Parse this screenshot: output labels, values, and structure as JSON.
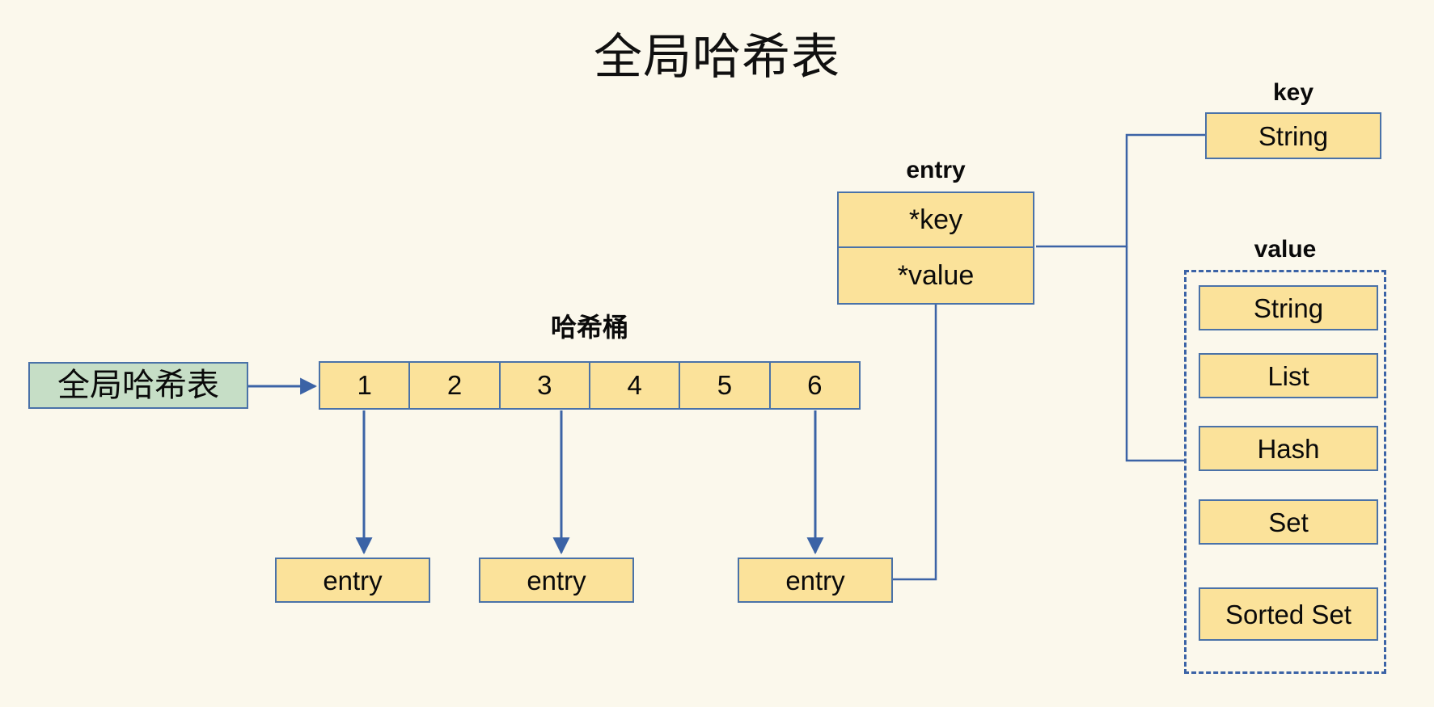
{
  "title": "全局哈希表",
  "colors": {
    "background": "#FBF8EC",
    "box_fill": "#FBE29A",
    "box_border": "#4A72A8",
    "green_fill": "#C6DEC6",
    "dashed_border": "#3B63A6",
    "text": "#0A0A0A"
  },
  "source_node": {
    "label": "全局哈希表"
  },
  "hash_bucket": {
    "caption": "哈希桶",
    "cells": [
      "1",
      "2",
      "3",
      "4",
      "5",
      "6"
    ]
  },
  "entries": [
    {
      "label": "entry"
    },
    {
      "label": "entry"
    },
    {
      "label": "entry"
    }
  ],
  "entry_struct": {
    "caption": "entry",
    "fields": [
      {
        "label": "*key"
      },
      {
        "label": "*value"
      }
    ]
  },
  "key_group": {
    "caption": "key",
    "types": [
      "String"
    ]
  },
  "value_group": {
    "caption": "value",
    "types": [
      "String",
      "List",
      "Hash",
      "Set",
      "Sorted Set"
    ]
  }
}
